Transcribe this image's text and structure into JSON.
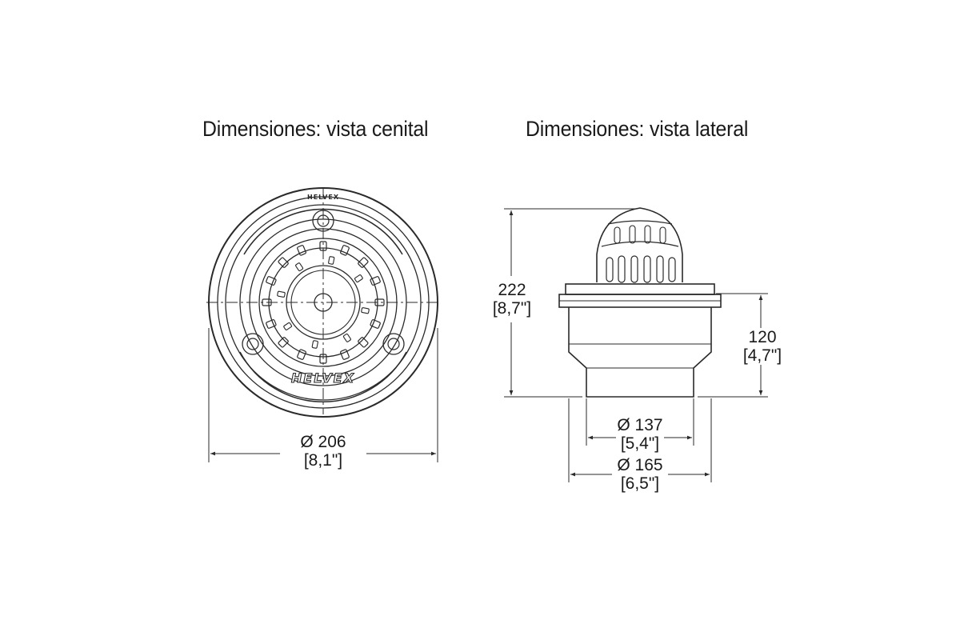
{
  "titles": {
    "top_view": "Dimensiones: vista cenital",
    "side_view": "Dimensiones: vista lateral"
  },
  "brand": {
    "logo_text": "HELVEX"
  },
  "dimensions": {
    "top_diameter": {
      "metric": "Ø 206",
      "imperial": "[8,1\"]"
    },
    "total_height": {
      "metric": "222",
      "imperial": "[8,7\"]"
    },
    "body_height": {
      "metric": "120",
      "imperial": "[4,7\"]"
    },
    "inner_diameter": {
      "metric": "Ø 137",
      "imperial": "[5,4\"]"
    },
    "outer_diameter": {
      "metric": "Ø 165",
      "imperial": "[6,5\"]"
    }
  }
}
